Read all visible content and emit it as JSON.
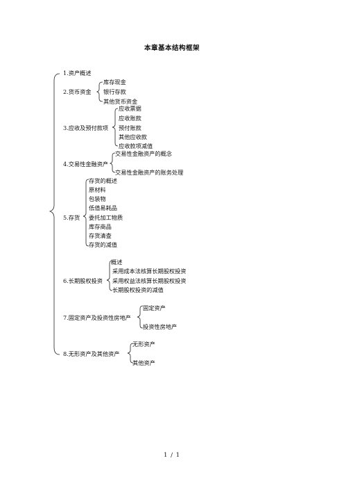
{
  "doc": {
    "title": "本章基本结构框架",
    "page": "1 / 1",
    "sections": [
      {
        "label": "1.资产概述",
        "items": []
      },
      {
        "label": "2.货币资金",
        "items": [
          "库存现金",
          "银行存款",
          "其他货币资金"
        ]
      },
      {
        "label": "3.应收及预付款项",
        "items": [
          "应收票据",
          "应收账款",
          "预付账款",
          "其他应收款",
          "应收款项减值"
        ]
      },
      {
        "label": "4.交易性金融资产",
        "items": [
          "交易性金融资产的概念",
          "交易性金融资产的账务处理"
        ]
      },
      {
        "label": "5.存货",
        "items": [
          "存货的概述",
          "原材料",
          "包装物",
          "低值易耗品",
          "委托加工物质",
          "库存商品",
          "存货清查",
          "存货的减值"
        ]
      },
      {
        "label": "6.长期股权投资",
        "items": [
          "概述",
          "采用成本法核算长期股权投资",
          "采用权益法核算长期股权投资",
          "长期股权投资的减值"
        ]
      },
      {
        "label": "7.固定资产及投资性房地产",
        "items": [
          "固定资产",
          "投资性房地产"
        ]
      },
      {
        "label": "8.无形资产及其他资产",
        "items": [
          "无形资产",
          "其他资产"
        ]
      }
    ]
  }
}
